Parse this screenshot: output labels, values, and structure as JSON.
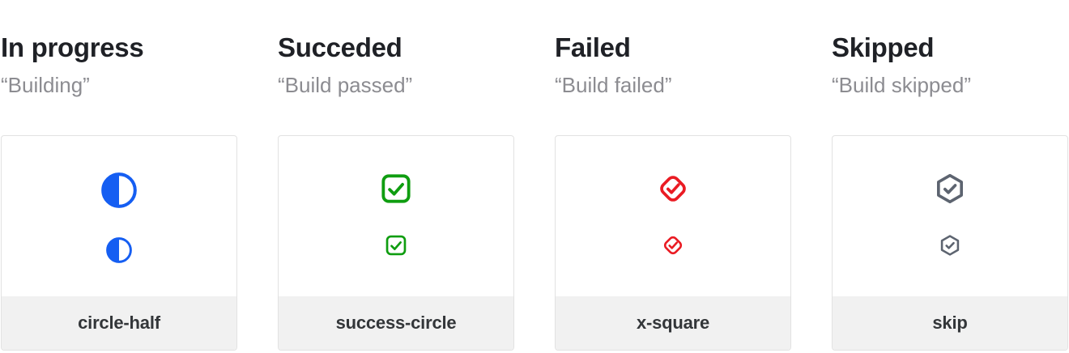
{
  "page": {
    "background": "#FFFFFF"
  },
  "colors": {
    "title_text": "#1F2126",
    "subtitle_text": "#8C8C91",
    "card_border": "#E2E2E2",
    "card_background": "#FFFFFF",
    "footer_background": "#F1F1F1",
    "footer_text": "#333639"
  },
  "columns": [
    {
      "title": "In progress",
      "subtitle": "“Building”",
      "label": "circle-half",
      "icon": "circle-half-icon",
      "icon_color": "#155EF2"
    },
    {
      "title": "Succeded",
      "subtitle": "“Build passed”",
      "label": "success-circle",
      "icon": "check-square-icon",
      "icon_color": "#0F9D10"
    },
    {
      "title": "Failed",
      "subtitle": "“Build failed”",
      "label": "x-square",
      "icon": "check-diamond-icon",
      "icon_color": "#EA1B23"
    },
    {
      "title": "Skipped",
      "subtitle": "“Build skipped”",
      "label": "skip",
      "icon": "check-hexagon-icon",
      "icon_color": "#5D6470"
    }
  ]
}
